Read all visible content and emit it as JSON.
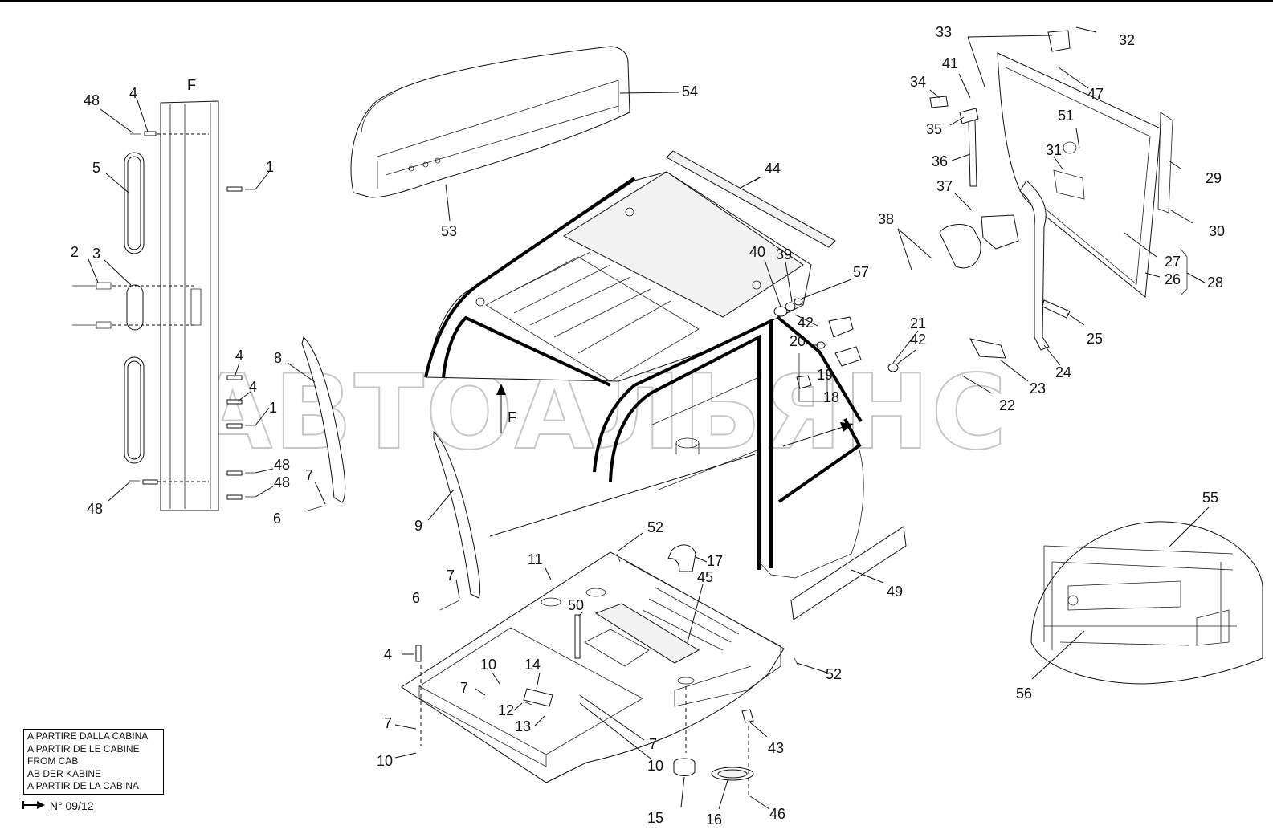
{
  "legend_box": {
    "lines": [
      "A PARTIRE DALLA CABINA",
      "A PARTIR DE LE CABINE",
      "FROM CAB",
      "AB DER KABINE",
      "A PARTIR DE LA CABINA"
    ],
    "serial_text": "N° 09/12"
  },
  "view_letters": {
    "column": "F",
    "arrow": "F"
  },
  "watermark": "АВТОАЛЬЯНС",
  "callouts": {
    "c1a": "1",
    "c1b": "1",
    "c2": "2",
    "c3": "3",
    "c4a": "4",
    "c4b": "4",
    "c4c": "4",
    "c4d": "4",
    "c5": "5",
    "c6a": "6",
    "c6b": "6",
    "c7a": "7",
    "c7b": "7",
    "c7c": "7",
    "c7d": "7",
    "c7e": "7",
    "c8": "8",
    "c9": "9",
    "c10a": "10",
    "c10b": "10",
    "c10c": "10",
    "c11": "11",
    "c12": "12",
    "c13": "13",
    "c14": "14",
    "c15": "15",
    "c16": "16",
    "c17": "17",
    "c18": "18",
    "c19": "19",
    "c20": "20",
    "c21": "21",
    "c22": "22",
    "c23": "23",
    "c24": "24",
    "c25": "25",
    "c26": "26",
    "c27": "27",
    "c28": "28",
    "c29": "29",
    "c30": "30",
    "c31": "31",
    "c32": "32",
    "c33": "33",
    "c34": "34",
    "c35": "35",
    "c36": "36",
    "c37": "37",
    "c38": "38",
    "c39": "39",
    "c40": "40",
    "c41": "41",
    "c42a": "42",
    "c42b": "42",
    "c43": "43",
    "c44": "44",
    "c45": "45",
    "c46": "46",
    "c47": "47",
    "c48a": "48",
    "c48b": "48",
    "c48c": "48",
    "c48d": "48",
    "c49": "49",
    "c50": "50",
    "c51": "51",
    "c52a": "52",
    "c52b": "52",
    "c53": "53",
    "c54": "54",
    "c55": "55",
    "c56": "56",
    "c57": "57"
  }
}
